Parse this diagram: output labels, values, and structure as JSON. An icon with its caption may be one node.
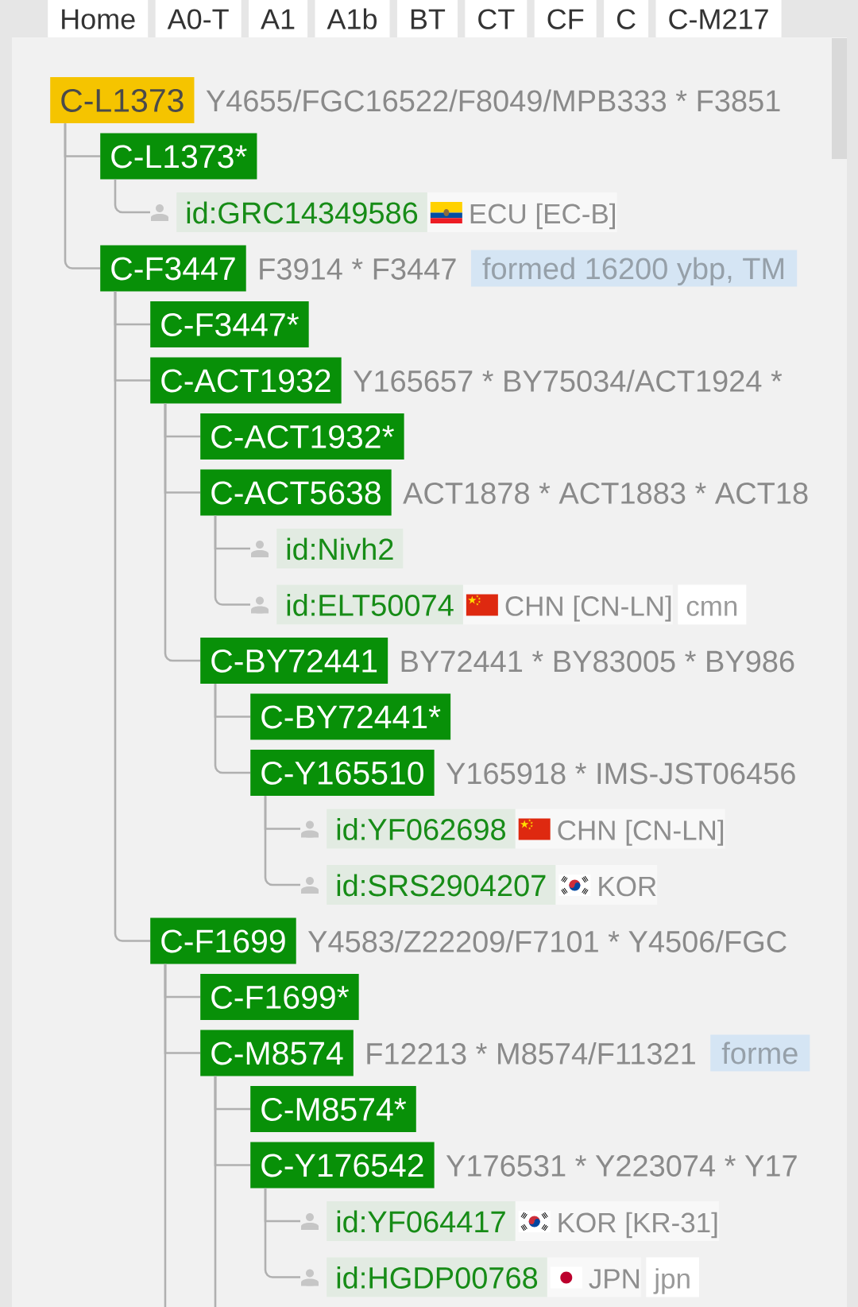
{
  "diagram": {
    "nodes": [
      {
        "text": [
          "Home"
        ]
      },
      {
        "text": [
          "A0-T"
        ]
      },
      {
        "text": [
          "A1"
        ]
      },
      {
        "text": [
          "A1b"
        ]
      },
      {
        "text": [
          "BT"
        ]
      },
      {
        "text": [
          "CT"
        ]
      },
      {
        "text": [
          "CF"
        ]
      },
      {
        "text": [
          "C"
        ]
      },
      {
        "text": [
          "C-M217"
        ]
      },
      {
        "text": [
          "C-L1373"
        ],
        "beside": [
          "Y4655/FGC16522/F8049/MPB333 * F3851"
        ]
      },
      {
        "text": [
          "C-L1373*"
        ]
      },
      {
        "text": [],
        "shape": "person"
      },
      {
        "text": [
          "id:GRC14349586",
          "ECU [EC-B]"
        ]
      },
      {
        "text": [
          "C-F3447"
        ],
        "beside": [
          "F3914 * F3447"
        ]
      },
      {
        "text": [
          "formed 16200 ybp, TM"
        ]
      },
      {
        "text": [
          "C-F3447*"
        ]
      },
      {
        "text": [
          "C-ACT1932"
        ],
        "beside": [
          "Y165657 * BY75034/ACT1924 *"
        ]
      },
      {
        "text": [
          "C-ACT1932*"
        ]
      },
      {
        "text": [
          "C-ACT5638"
        ],
        "beside": [
          "ACT1878 * ACT1883 * ACT18"
        ]
      },
      {
        "text": [],
        "shape": "person"
      },
      {
        "text": [
          "id:Nivh2"
        ]
      },
      {
        "text": [],
        "shape": "person"
      },
      {
        "text": [
          "id:ELT50074",
          "CHN [CN-LN]"
        ]
      },
      {
        "text": [
          "cmn"
        ]
      },
      {
        "text": [
          "C-BY72441"
        ],
        "beside": [
          "BY72441 * BY83005 * BY986"
        ]
      },
      {
        "text": [
          "C-BY72441*"
        ]
      },
      {
        "text": [
          "C-Y165510"
        ],
        "beside": [
          "Y165918 * IMS-JST06456"
        ]
      },
      {
        "text": [],
        "shape": "person"
      },
      {
        "text": [
          "id:YF062698",
          "CHN [CN-LN]"
        ]
      },
      {
        "text": [],
        "shape": "person"
      },
      {
        "text": [
          "id:SRS2904207",
          "KOR"
        ]
      },
      {
        "text": [
          "C-F1699"
        ],
        "beside": [
          "Y4583/Z22209/F7101 * Y4506/FGC"
        ]
      },
      {
        "text": [
          "C-F1699*"
        ]
      },
      {
        "text": [
          "C-M8574"
        ],
        "beside": [
          "F12213 * M8574/F11321"
        ]
      },
      {
        "text": [
          "forme"
        ]
      },
      {
        "text": [
          "C-M8574*"
        ]
      },
      {
        "text": [
          "C-Y176542"
        ],
        "beside": [
          "Y176531 * Y223074 * Y17"
        ]
      },
      {
        "text": [],
        "shape": "person"
      },
      {
        "text": [
          "id:YF064417",
          "KOR [KR-31]"
        ]
      },
      {
        "text": [],
        "shape": "person"
      },
      {
        "text": [
          "id:HGDP00768",
          "JPN"
        ]
      },
      {
        "text": [
          "jpn"
        ]
      }
    ],
    "edges": [
      {
        "from": 9,
        "to": 10,
        "arrow": "none"
      },
      {
        "from": 10,
        "to": 11,
        "arrow": "none"
      },
      {
        "from": 9,
        "to": 13,
        "arrow": "none"
      },
      {
        "from": 13,
        "to": 15,
        "arrow": "none"
      },
      {
        "from": 13,
        "to": 16,
        "arrow": "none"
      },
      {
        "from": 16,
        "to": 17,
        "arrow": "none"
      },
      {
        "from": 16,
        "to": 18,
        "arrow": "none"
      },
      {
        "from": 18,
        "to": 19,
        "arrow": "none"
      },
      {
        "from": 18,
        "to": 21,
        "arrow": "none"
      },
      {
        "from": 16,
        "to": 24,
        "arrow": "none"
      },
      {
        "from": 24,
        "to": 25,
        "arrow": "none"
      },
      {
        "from": 24,
        "to": 26,
        "arrow": "none"
      },
      {
        "from": 26,
        "to": 27,
        "arrow": "none"
      },
      {
        "from": 26,
        "to": 29,
        "arrow": "none"
      },
      {
        "from": 13,
        "to": 31,
        "arrow": "none"
      },
      {
        "from": 31,
        "to": 32,
        "arrow": "none"
      },
      {
        "from": 31,
        "to": 33,
        "arrow": "none"
      },
      {
        "from": 33,
        "to": 35,
        "arrow": "none"
      },
      {
        "from": 33,
        "to": 36,
        "arrow": "none"
      },
      {
        "from": 36,
        "to": 37,
        "arrow": "none"
      },
      {
        "from": 36,
        "to": 39,
        "arrow": "none"
      },
      {
        "from": 33,
        "to": null,
        "arrow": "none"
      },
      {
        "from": 31,
        "to": null,
        "arrow": "none"
      }
    ]
  }
}
